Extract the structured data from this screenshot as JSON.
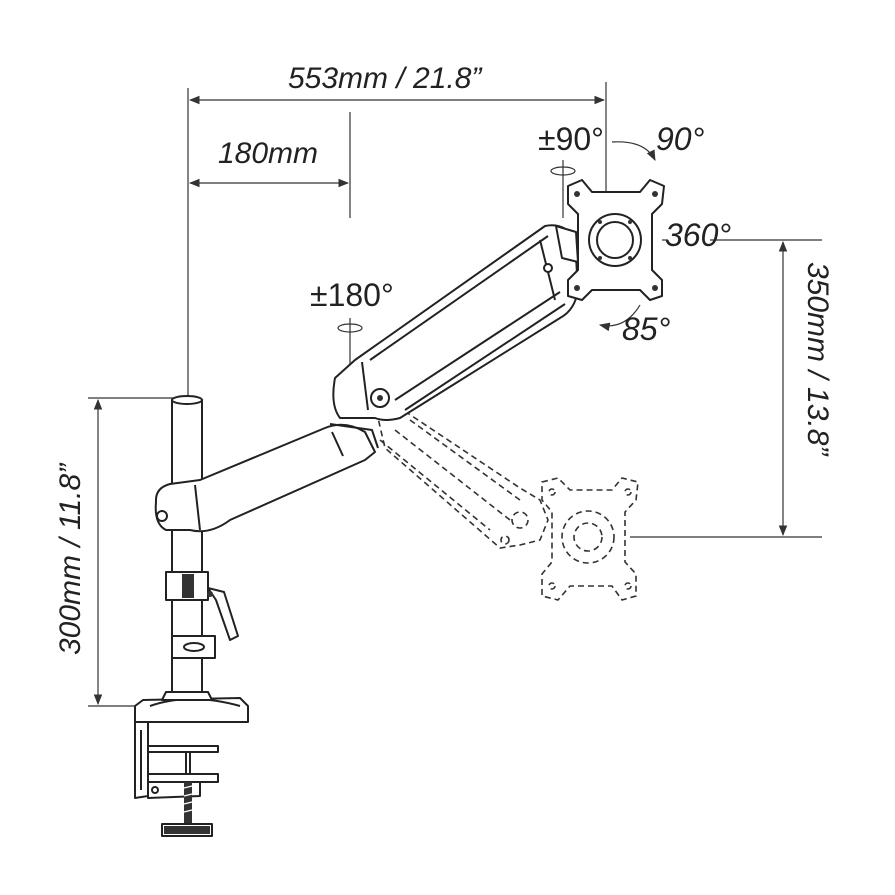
{
  "labels": {
    "total_reach": "553mm / 21.8”",
    "inner_reach": "180mm",
    "pole_height": "300mm / 11.8”",
    "vertical_travel": "350mm / 13.8”",
    "arm_swivel": "±180°",
    "head_swivel": "±90°",
    "tilt_up": "90°",
    "rotation": "360°",
    "tilt_down": "85°"
  },
  "colors": {
    "line": "#222222",
    "background": "#ffffff"
  }
}
